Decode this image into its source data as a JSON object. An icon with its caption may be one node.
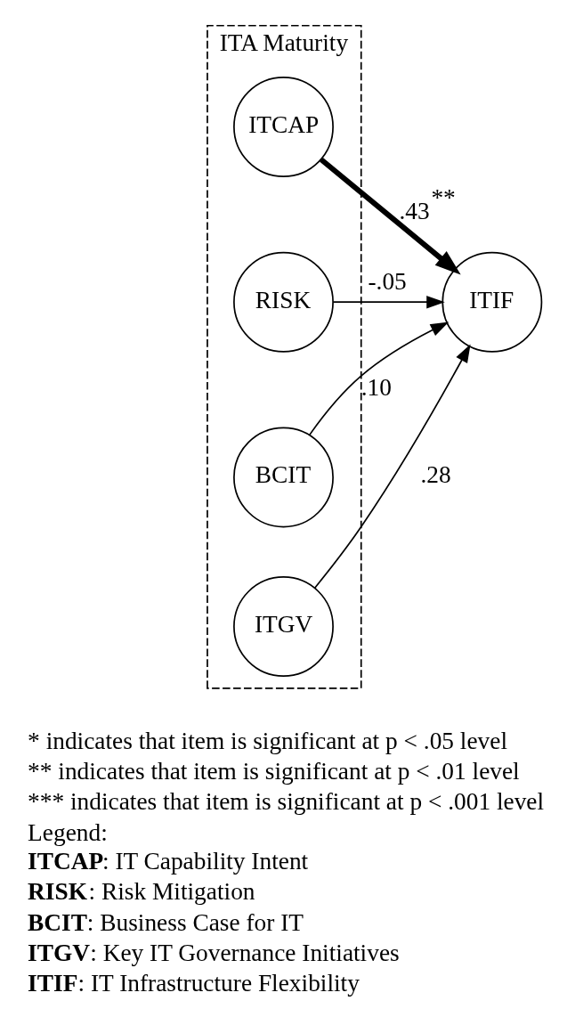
{
  "diagram": {
    "nodes": [
      {
        "text": [
          "ITA Maturity"
        ]
      },
      {
        "text": [
          "ITCAP"
        ],
        "in": 0
      },
      {
        "text": [
          "RISK"
        ],
        "in": 0
      },
      {
        "text": [
          "BCIT"
        ],
        "in": 0
      },
      {
        "text": [
          "ITGV"
        ],
        "in": 0
      },
      {
        "text": [
          "ITIF"
        ]
      }
    ],
    "edges": [
      {
        "from": 1,
        "to": 5,
        "arrow": "to",
        "label": ".43$^{**}$",
        "style": "thick"
      },
      {
        "from": 2,
        "to": 5,
        "arrow": "to",
        "label": "-.05"
      },
      {
        "from": 3,
        "to": 5,
        "arrow": "to",
        "label": ".10"
      },
      {
        "from": 4,
        "to": 5,
        "arrow": "to",
        "label": ".28"
      }
    ],
    "labels": [
      "* indicates that item is significant at p < .05 level",
      "** indicates that item is significant at p < .01 level",
      "*** indicates that item is significant at p < .001 level",
      "Legend:",
      "**ITCAP**: IT Capability Intent",
      "**RISK**: Risk Mitigation",
      "**BCIT**: Business Case for IT",
      "**ITGV**: Key IT Governance Initiatives",
      "**ITIF**: IT Infrastructure Flexibility"
    ]
  }
}
